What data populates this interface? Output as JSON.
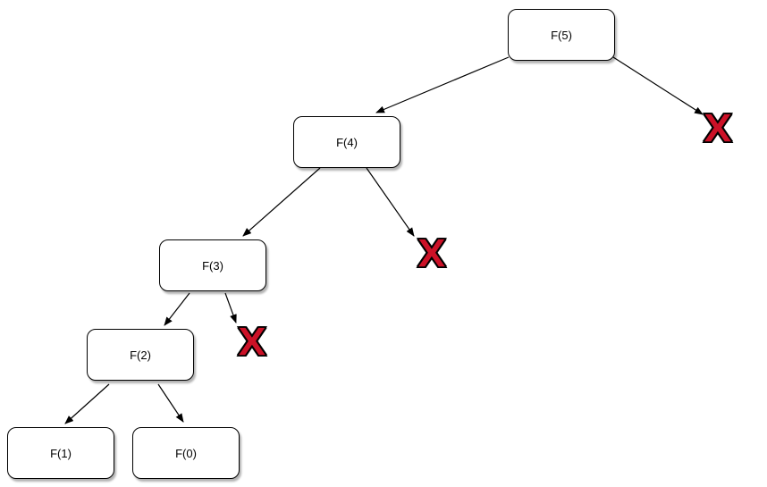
{
  "diagram": {
    "description": "Fibonacci recursion tree with pruned branches marked by red X",
    "nodes": [
      {
        "id": "f5",
        "label": "F(5)"
      },
      {
        "id": "f4",
        "label": "F(4)"
      },
      {
        "id": "f3",
        "label": "F(3)"
      },
      {
        "id": "f2",
        "label": "F(2)"
      },
      {
        "id": "f1",
        "label": "F(1)"
      },
      {
        "id": "f0",
        "label": "F(0)"
      }
    ],
    "x_marks": [
      {
        "id": "x-under-f5",
        "label": "X"
      },
      {
        "id": "x-under-f4",
        "label": "X"
      },
      {
        "id": "x-under-f3",
        "label": "X"
      }
    ],
    "edges": [
      {
        "from": "F(5)",
        "to": "F(4)"
      },
      {
        "from": "F(5)",
        "to": "X"
      },
      {
        "from": "F(4)",
        "to": "F(3)"
      },
      {
        "from": "F(4)",
        "to": "X"
      },
      {
        "from": "F(3)",
        "to": "F(2)"
      },
      {
        "from": "F(3)",
        "to": "X"
      },
      {
        "from": "F(2)",
        "to": "F(1)"
      },
      {
        "from": "F(2)",
        "to": "F(0)"
      }
    ],
    "colors": {
      "background": "#ffffff",
      "node_fill": "#ffffff",
      "node_border": "#000000",
      "edge": "#000000",
      "x_fill": "#cc1127",
      "x_outline": "#000000"
    }
  }
}
